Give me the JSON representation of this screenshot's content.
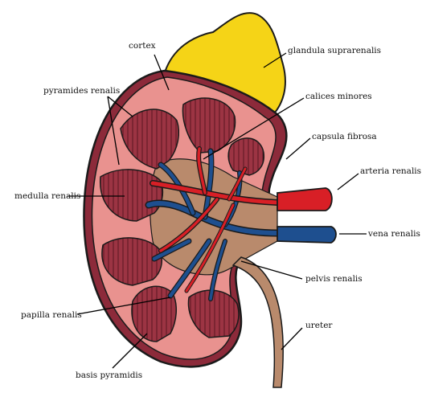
{
  "labels": {
    "cortex": "cortex",
    "glandula": "glandula suprarenalis",
    "pyramides": "pyramides renalis",
    "calices": "calices minores",
    "capsula": "capsula fibrosa",
    "medulla": "medulla renalis",
    "arteria": "arteria renalis",
    "vena": "vena renalis",
    "pelvis": "pelvis renalis",
    "papilla": "papilla renalis",
    "ureter": "ureter",
    "basis": "basis pyramidis"
  },
  "colors": {
    "adrenal": "#f5d417",
    "cortex": "#e9928f",
    "cortex_dark": "#8c2a3a",
    "pyramid": "#9c3443",
    "pelvis": "#b98a6c",
    "artery": "#d81f26",
    "vein": "#1e4f8f",
    "outline": "#1a1a1a"
  }
}
